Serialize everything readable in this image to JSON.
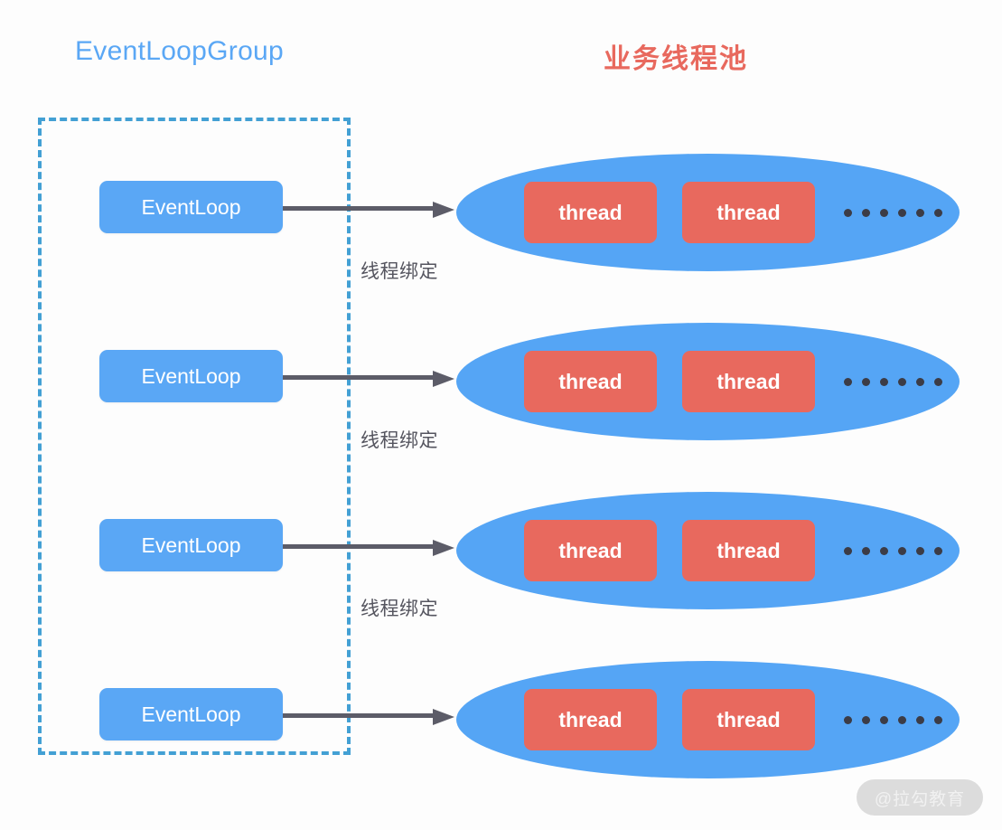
{
  "diagram": {
    "title_left": "EventLoopGroup",
    "title_right": "业务线程池",
    "colors": {
      "blue": "#55a5f5",
      "title_blue": "#5aa7f5",
      "dashed_blue": "#43a0d4",
      "salmon": "#e8695e",
      "arrow_gray": "#5c5c68",
      "label_gray": "#55555f",
      "background": "#fdfdfd"
    },
    "rows": [
      {
        "eventloop_label": "EventLoop",
        "threads": [
          "thread",
          "thread"
        ],
        "ellipsis": "……"
      },
      {
        "eventloop_label": "EventLoop",
        "threads": [
          "thread",
          "thread"
        ],
        "ellipsis": "……"
      },
      {
        "eventloop_label": "EventLoop",
        "threads": [
          "thread",
          "thread"
        ],
        "ellipsis": "……"
      },
      {
        "eventloop_label": "EventLoop",
        "threads": [
          "thread",
          "thread"
        ],
        "ellipsis": "……"
      }
    ],
    "binding_labels": [
      "线程绑定",
      "线程绑定",
      "线程绑定"
    ],
    "watermark": "@拉勾教育"
  }
}
